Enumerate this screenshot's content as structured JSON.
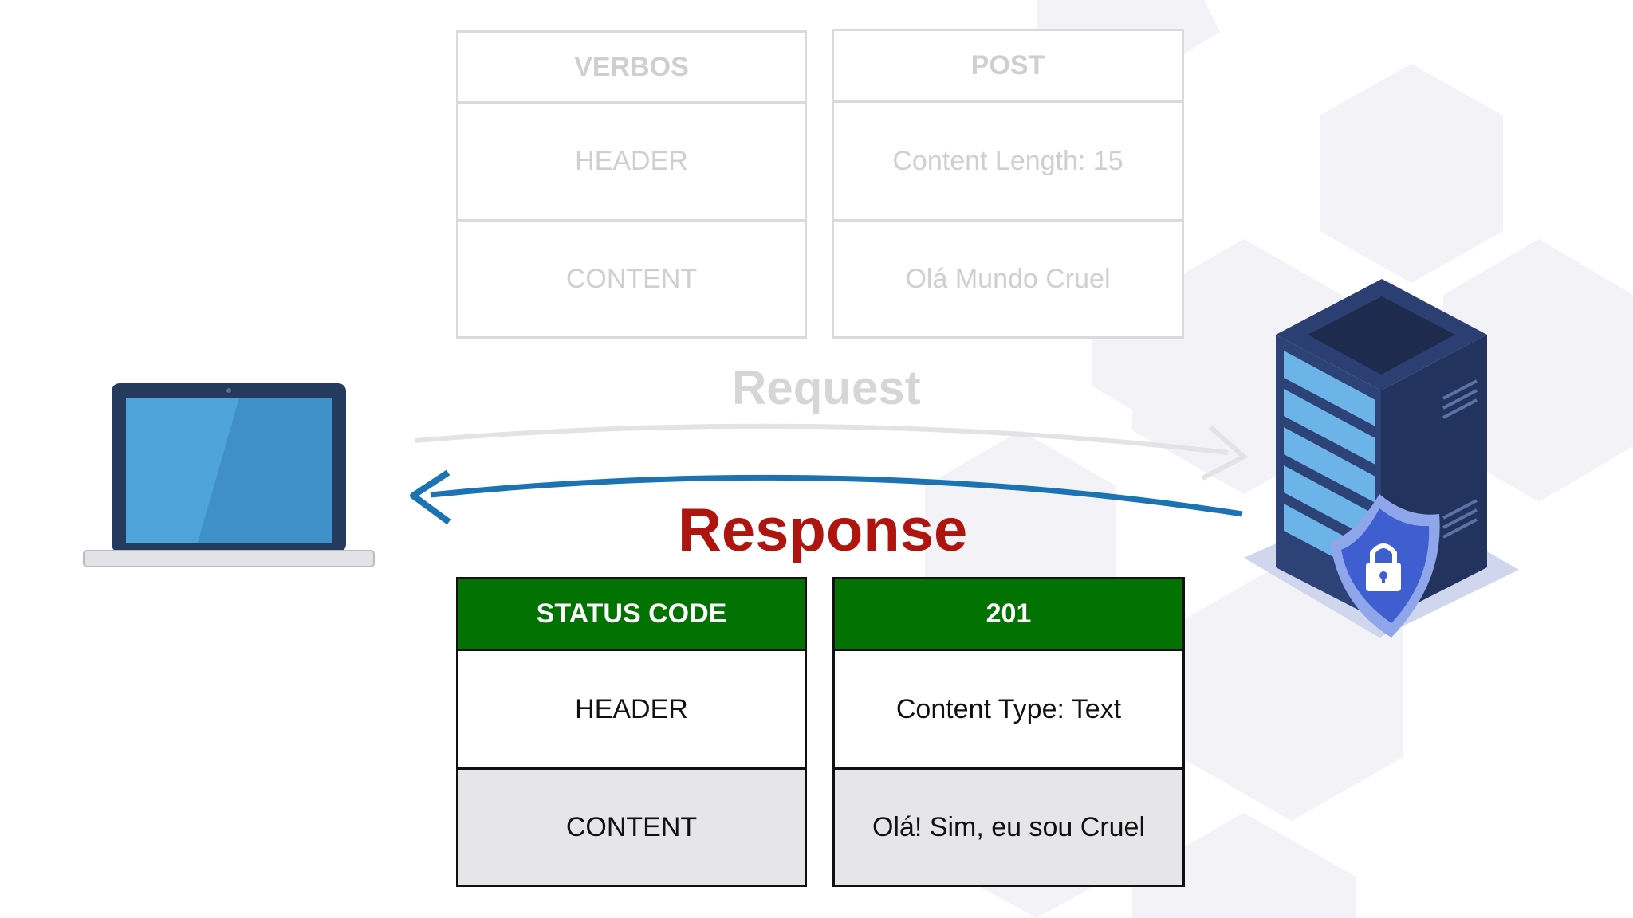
{
  "request_table": {
    "left_column": {
      "head": "VERBOS",
      "row1": "HEADER",
      "row2": "CONTENT"
    },
    "right_column": {
      "head": "POST",
      "row1": "Content Length: 15",
      "row2": "Olá Mundo Cruel"
    }
  },
  "arrows": {
    "request_label": "Request",
    "response_label": "Response"
  },
  "response_table": {
    "left_column": {
      "head": "STATUS CODE",
      "row1": "HEADER",
      "row2": "CONTENT"
    },
    "right_column": {
      "head": "201",
      "row1": "Content Type: Text",
      "row2": "Olá! Sim, eu sou Cruel"
    }
  },
  "icons": [
    "laptop-icon",
    "server-icon",
    "shield-lock-icon"
  ],
  "colors": {
    "response_label": "#b0140e",
    "response_header": "#027202",
    "response_arrow": "#1b73b3",
    "request_faded": "#cfcfcf"
  }
}
